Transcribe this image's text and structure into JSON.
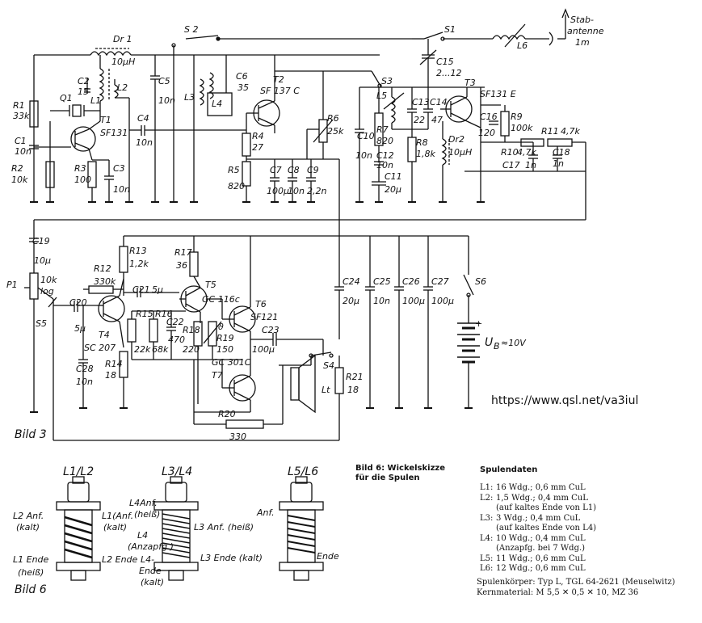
{
  "schematic": {
    "figure_label": "Bild 3",
    "url": "https://www.qsl.net/va3iul",
    "components": {
      "dr1": "Dr 1",
      "dr1_val": "10μH",
      "s2": "S 2",
      "s1": "S1",
      "s3": "S3",
      "l6": "L6",
      "antenna": "Stab-\nantenne\n1m",
      "q1": "Q1",
      "t1": "T1",
      "t1_type": "SF131",
      "r1": "R1",
      "r1_val": "33k",
      "r2": "R2",
      "r2_val": "10k",
      "r3": "R3",
      "r3_val": "100",
      "c1": "C1",
      "c1_val": "10n",
      "c2": "C2",
      "c2_val": "15",
      "l1": "L1",
      "l2": "L2",
      "c3": "C3",
      "c3_val": "10n",
      "c4": "C4",
      "c4_val": "10n",
      "c5": "C5",
      "c5_val": "10n",
      "l3": "L3",
      "l4": "L4",
      "c6": "C6",
      "c6_val": "35",
      "t2": "T2",
      "t2_type": "SF 137 C",
      "r4": "R4",
      "r4_val": "27",
      "r5": "R5",
      "r5_val": "820",
      "c7": "C7",
      "c7_val": "100μ",
      "c8": "C8",
      "c8_val": "10n",
      "c9": "C9",
      "c9_val": "2,2n",
      "r6": "R6",
      "r6_val": "25k",
      "c15": "C15",
      "c15_val": "2...12",
      "l5": "L5",
      "c13": "C13",
      "c13_val": "22",
      "c14": "C14",
      "c14_val": "47",
      "t3": "T3",
      "t3_type": "SF131 E",
      "c16": "C16",
      "c16_val": "120",
      "r9": "R9",
      "r9_val": "100k",
      "r11": "R11",
      "r11_val": "4,7k",
      "r10": "R10",
      "r10_val": "4,7k",
      "c18": "C18",
      "c18_val": "1n",
      "c17": "C17",
      "c17_val": "1n",
      "c10": "C10",
      "c10_val": "10n",
      "r7": "R7",
      "r7_val": "820",
      "c12": "C12",
      "c12_val": "10n",
      "r8": "R8",
      "r8_val": "1,8k",
      "dr2": "Dr2",
      "dr2_val": "10μH",
      "c11": "C11",
      "c11_val": "20μ",
      "c19": "C19",
      "c19_val": "10μ",
      "p1": "P1",
      "p1_val": "10k",
      "p1_log": "log",
      "s5": "S5",
      "c20": "C20",
      "c20_val": "5μ",
      "r12": "R12",
      "r12_val": "330k",
      "r13": "R13",
      "r13_val": "1,2k",
      "t4": "T4",
      "t4_type": "SC 207",
      "r14": "R14",
      "r14_val": "18",
      "c28": "C28",
      "c28_val": "10n",
      "c21": "C21",
      "c21_val": "5μ",
      "r15": "R15",
      "r15_val": "22k",
      "r16": "R16",
      "r16_val": "68k",
      "c22": "C22",
      "c22_val": "470",
      "r17": "R17",
      "r17_val": "36",
      "t5": "T5",
      "t5_type": "GC 116c",
      "r18": "R18",
      "r18_val": "220",
      "r19": "R19",
      "r19_val": "150",
      "theta": "ϑ",
      "t6": "T6",
      "t6_type": "SF121",
      "t7": "T7",
      "t7_type": "GC 301C",
      "c23": "C23",
      "c23_val": "100μ",
      "s4": "S4",
      "lt": "Lt",
      "r21": "R21",
      "r21_val": "18",
      "r20": "R20",
      "r20_val": "330",
      "c24": "C24",
      "c24_val": "20μ",
      "c25": "C25",
      "c25_val": "10n",
      "c26": "C26",
      "c26_val": "100μ",
      "c27": "C27",
      "c27_val": "100μ",
      "s6": "S6",
      "ub": "U",
      "ub_sub": "B",
      "ub_val": "≈10V"
    }
  },
  "coils": {
    "figure_label": "Bild 6",
    "titles": [
      "L1/L2",
      "L3/L4",
      "L5/L6"
    ],
    "c1": {
      "l2_anf": "L2 Anf.",
      "kalt1": "(kalt)",
      "l1_anf": "L1(Anf.",
      "kalt2": "(kalt)",
      "l1_ende": "L1 Ende",
      "heiss": "(heiß)",
      "l2_ende": "L2 Ende"
    },
    "c2": {
      "l4_anf": "L4Anf.",
      "heiss1": "(heiß)",
      "l4": "L4",
      "anzapfg": "(Anzapfg.)",
      "l3_anf": "L3 Anf. (heiß)",
      "l4_ende": "L4-",
      "ende": "Ende",
      "kalt": "(kalt)",
      "l3_ende": "L3 Ende (kalt)"
    },
    "c3": {
      "anf": "Anf.",
      "ende": "Ende"
    }
  },
  "winding_sketch": {
    "title_line1": "Bild 6:  Wickelskizze",
    "title_line2": "für die Spulen"
  },
  "coil_data": {
    "heading": "Spulendaten",
    "rows": [
      {
        "k": "L1:",
        "v": "16 Wdg.; 0,6 mm CuL"
      },
      {
        "k": "L2:",
        "v": "1,5 Wdg.; 0,4 mm CuL"
      },
      {
        "k": "",
        "v": "(auf kaltes Ende von L1)"
      },
      {
        "k": "L3:",
        "v": "3 Wdg.; 0,4 mm CuL"
      },
      {
        "k": "",
        "v": "(auf kaltes Ende von L4)"
      },
      {
        "k": "L4:",
        "v": "10 Wdg.; 0,4 mm CuL"
      },
      {
        "k": "",
        "v": "(Anzapfg. bei 7 Wdg.)"
      },
      {
        "k": "L5:",
        "v": "11 Wdg.; 0,6 mm CuL"
      },
      {
        "k": "L6:",
        "v": "12 Wdg.; 0,6 mm CuL"
      }
    ],
    "body_label": "Spulenkörper: Typ L, TGL 64-2621 (Meuselwitz)",
    "core_label": "Kernmaterial: M 5,5 ✕ 0,5 ✕ 10,  MZ 36"
  }
}
